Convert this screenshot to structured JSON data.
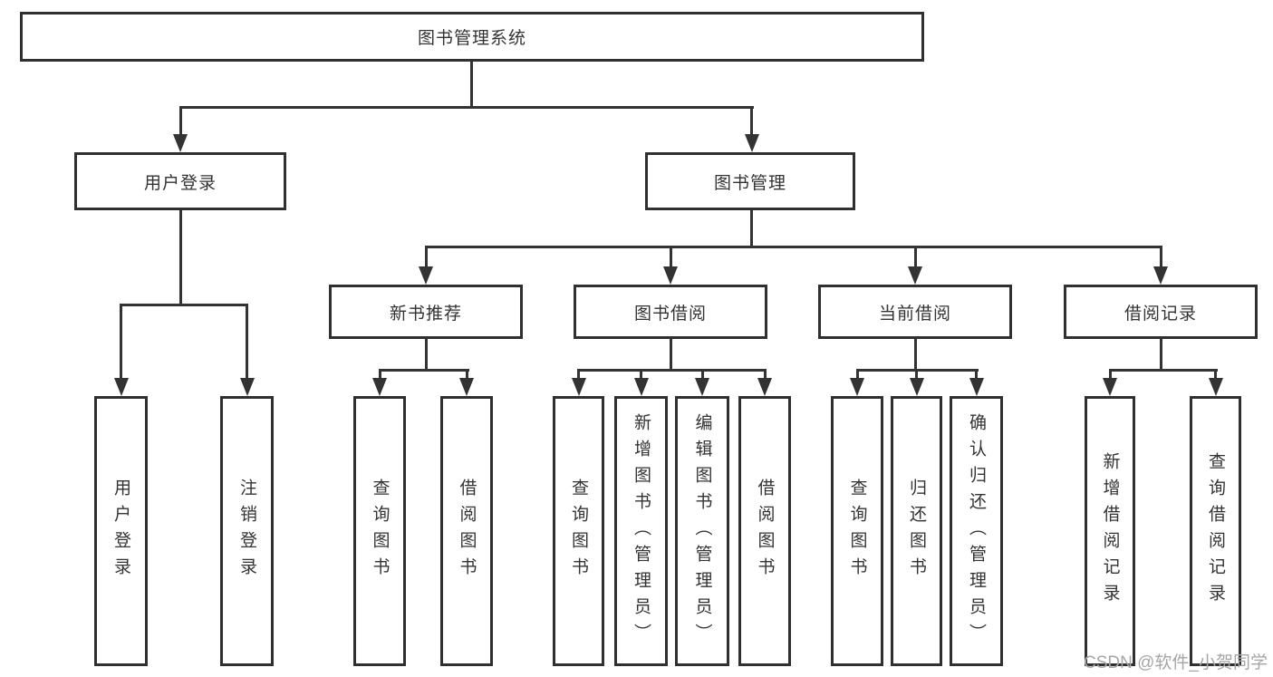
{
  "diagram_title": "图书管理系统",
  "tree": {
    "label": "图书管理系统",
    "children": [
      {
        "label": "用户登录",
        "children": [
          {
            "label": "用户登录"
          },
          {
            "label": "注销登录"
          }
        ]
      },
      {
        "label": "图书管理",
        "children": [
          {
            "label": "新书推荐",
            "children": [
              {
                "label": "查询图书"
              },
              {
                "label": "借阅图书"
              }
            ]
          },
          {
            "label": "图书借阅",
            "children": [
              {
                "label": "查询图书"
              },
              {
                "label": "新增图书（管理员）"
              },
              {
                "label": "编辑图书（管理员）"
              },
              {
                "label": "借阅图书"
              }
            ]
          },
          {
            "label": "当前借阅",
            "children": [
              {
                "label": "查询图书"
              },
              {
                "label": "归还图书"
              },
              {
                "label": "确认归还（管理员）"
              }
            ]
          },
          {
            "label": "借阅记录",
            "children": [
              {
                "label": "新增借阅记录"
              },
              {
                "label": "查询借阅记录"
              }
            ]
          }
        ]
      }
    ]
  },
  "watermark": {
    "text": "CSDN @软件_小贺同学",
    "color": "#a6a6a6"
  },
  "colors": {
    "background": "#ffffff",
    "line": "#333333",
    "box_border": "#303030",
    "text": "#333333"
  }
}
